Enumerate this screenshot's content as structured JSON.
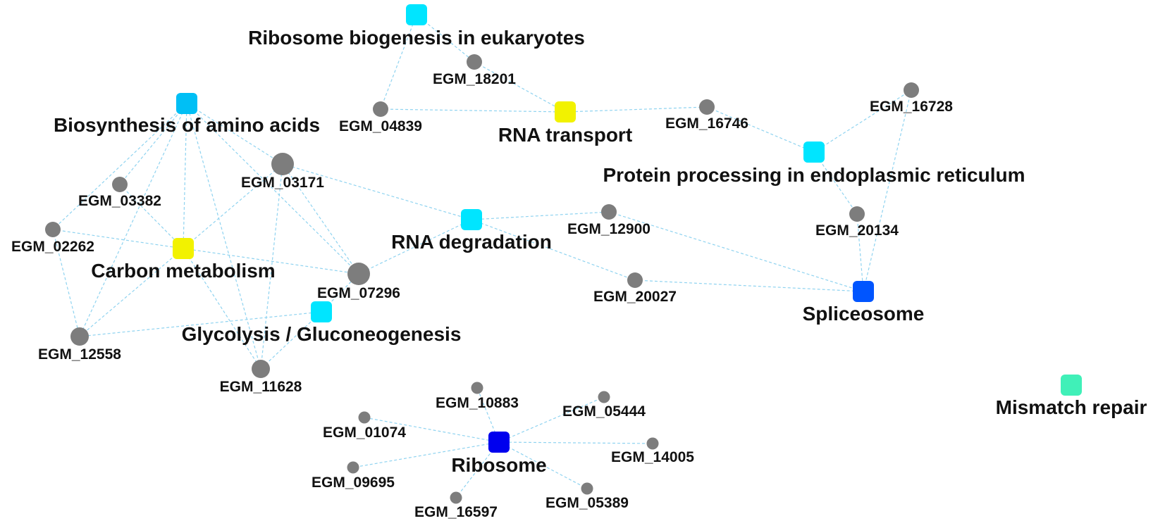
{
  "colors": {
    "gene": "#7d7d7d",
    "edge": "#8fd3f0",
    "cyan": "#00e5ff",
    "sky": "#00bff5",
    "yellow": "#f2f200",
    "royal": "#0055ff",
    "blue": "#0000ee",
    "mint": "#40f0b8"
  },
  "pathways": [
    {
      "id": "ribo_bio",
      "label": "Ribosome biogenesis in eukaryotes",
      "color": "#00e5ff"
    },
    {
      "id": "aa_bio",
      "label": "Biosynthesis of amino acids",
      "color": "#00bff5"
    },
    {
      "id": "rna_transport",
      "label": "RNA transport",
      "color": "#f2f200"
    },
    {
      "id": "protein_er",
      "label": "Protein processing in endoplasmic reticulum",
      "color": "#00e5ff"
    },
    {
      "id": "rna_deg",
      "label": "RNA degradation",
      "color": "#00e5ff"
    },
    {
      "id": "carbon",
      "label": "Carbon metabolism",
      "color": "#f2f200"
    },
    {
      "id": "glyco",
      "label": "Glycolysis / Gluconeogenesis",
      "color": "#00e5ff"
    },
    {
      "id": "spliceosome",
      "label": "Spliceosome",
      "color": "#0055ff"
    },
    {
      "id": "ribosome",
      "label": "Ribosome",
      "color": "#0000ee"
    },
    {
      "id": "mismatch",
      "label": "Mismatch repair",
      "color": "#40f0b8"
    }
  ],
  "genes": [
    {
      "id": "g18201",
      "label": "EGM_18201"
    },
    {
      "id": "g04839",
      "label": "EGM_04839"
    },
    {
      "id": "g16746",
      "label": "EGM_16746"
    },
    {
      "id": "g16728",
      "label": "EGM_16728"
    },
    {
      "id": "g03171",
      "label": "EGM_03171"
    },
    {
      "id": "g03382",
      "label": "EGM_03382"
    },
    {
      "id": "g02262",
      "label": "EGM_02262"
    },
    {
      "id": "g12900",
      "label": "EGM_12900"
    },
    {
      "id": "g20134",
      "label": "EGM_20134"
    },
    {
      "id": "g07296",
      "label": "EGM_07296"
    },
    {
      "id": "g20027",
      "label": "EGM_20027"
    },
    {
      "id": "g12558",
      "label": "EGM_12558"
    },
    {
      "id": "g11628",
      "label": "EGM_11628"
    },
    {
      "id": "g10883",
      "label": "EGM_10883"
    },
    {
      "id": "g05444",
      "label": "EGM_05444"
    },
    {
      "id": "g01074",
      "label": "EGM_01074"
    },
    {
      "id": "g14005",
      "label": "EGM_14005"
    },
    {
      "id": "g09695",
      "label": "EGM_09695"
    },
    {
      "id": "g05389",
      "label": "EGM_05389"
    },
    {
      "id": "g16597",
      "label": "EGM_16597"
    }
  ],
  "edges": [
    [
      "ribo_bio",
      "g18201"
    ],
    [
      "ribo_bio",
      "g04839"
    ],
    [
      "g18201",
      "rna_transport"
    ],
    [
      "g04839",
      "rna_transport"
    ],
    [
      "rna_transport",
      "g16746"
    ],
    [
      "g16746",
      "protein_er"
    ],
    [
      "protein_er",
      "g16728"
    ],
    [
      "protein_er",
      "g20134"
    ],
    [
      "g16728",
      "spliceosome"
    ],
    [
      "g20134",
      "spliceosome"
    ],
    [
      "aa_bio",
      "g03382"
    ],
    [
      "aa_bio",
      "g02262"
    ],
    [
      "aa_bio",
      "g03171"
    ],
    [
      "aa_bio",
      "g07296"
    ],
    [
      "aa_bio",
      "g12558"
    ],
    [
      "aa_bio",
      "g11628"
    ],
    [
      "aa_bio",
      "carbon"
    ],
    [
      "g03382",
      "carbon"
    ],
    [
      "g02262",
      "carbon"
    ],
    [
      "g02262",
      "g12558"
    ],
    [
      "carbon",
      "g03171"
    ],
    [
      "carbon",
      "g07296"
    ],
    [
      "carbon",
      "g12558"
    ],
    [
      "carbon",
      "g11628"
    ],
    [
      "g03171",
      "rna_deg"
    ],
    [
      "g03171",
      "g07296"
    ],
    [
      "g03171",
      "g11628"
    ],
    [
      "rna_deg",
      "g07296"
    ],
    [
      "rna_deg",
      "g12900"
    ],
    [
      "rna_deg",
      "g20027"
    ],
    [
      "g12900",
      "spliceosome"
    ],
    [
      "g20027",
      "spliceosome"
    ],
    [
      "glyco",
      "g07296"
    ],
    [
      "glyco",
      "g12558"
    ],
    [
      "glyco",
      "g11628"
    ],
    [
      "ribosome",
      "g10883"
    ],
    [
      "ribosome",
      "g05444"
    ],
    [
      "ribosome",
      "g01074"
    ],
    [
      "ribosome",
      "g14005"
    ],
    [
      "ribosome",
      "g09695"
    ],
    [
      "ribosome",
      "g05389"
    ],
    [
      "ribosome",
      "g16597"
    ]
  ]
}
